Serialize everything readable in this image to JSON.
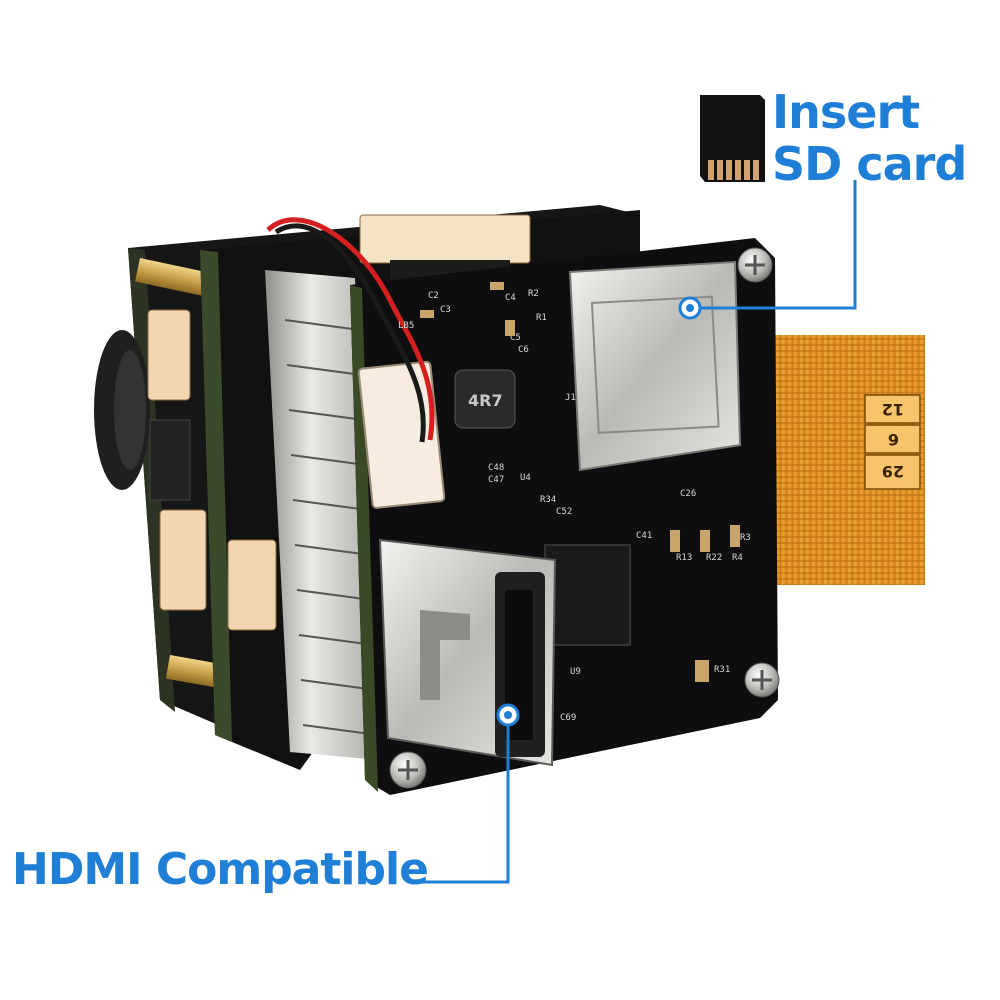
{
  "callouts": {
    "sd_card": {
      "line1": "Insert",
      "line2": "SD card"
    },
    "hdmi": {
      "label": "HDMI Compatible"
    }
  },
  "board_labels": {
    "inductor": "4R7",
    "fpc_numbers": [
      "12",
      "6",
      "29"
    ],
    "components": [
      "C2",
      "C3",
      "LB5",
      "C4",
      "R2",
      "R1",
      "C5",
      "C6",
      "J1",
      "C48",
      "C47",
      "R34",
      "C52",
      "C41",
      "R13",
      "R22",
      "R4",
      "R3",
      "R31",
      "U9",
      "C26",
      "C69",
      "U4"
    ]
  },
  "colors": {
    "accent": "#1f7fd6",
    "pcb": "#0e0e10",
    "pcb_side": "#1b1f16",
    "brass": "#c9a04a",
    "fpc": "#e2961f",
    "metal": "#c8c8c4"
  }
}
